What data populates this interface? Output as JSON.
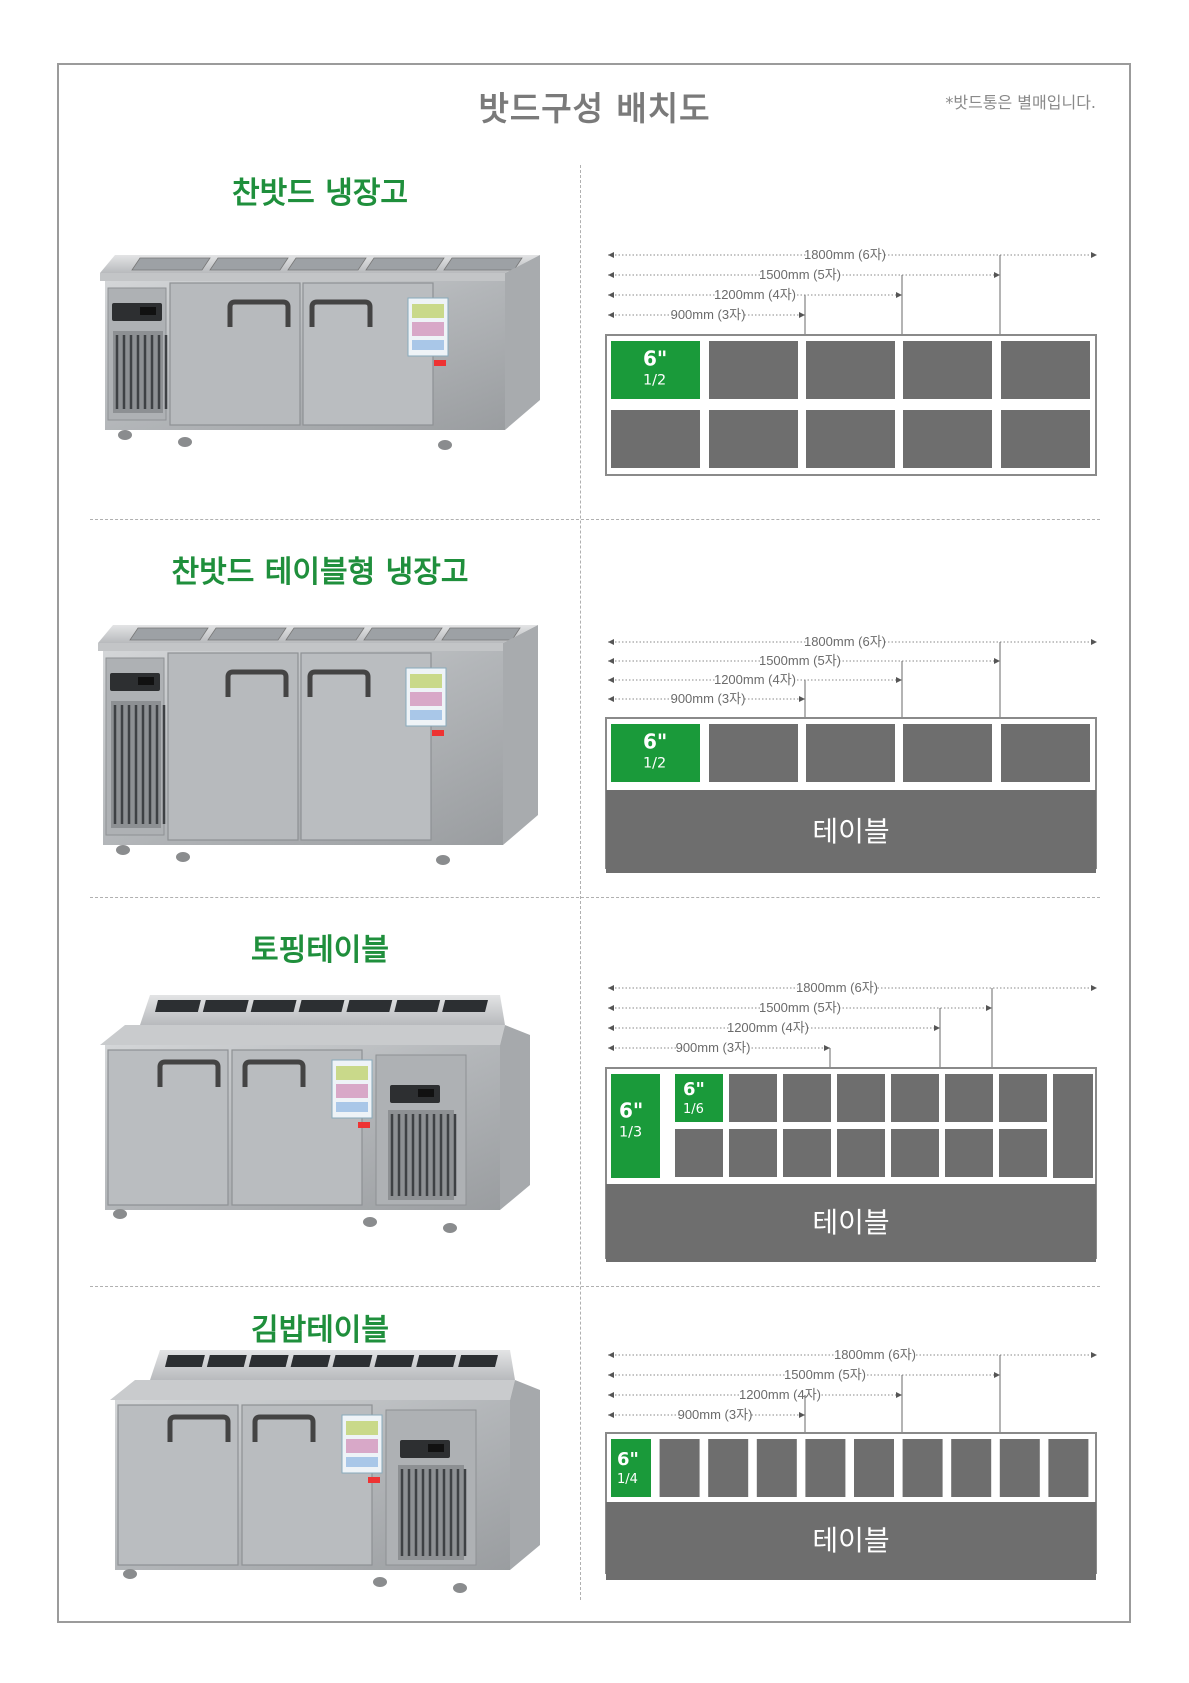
{
  "title": "밧드구성 배치도",
  "note": "*밧드통은 별매입니다.",
  "sections": [
    {
      "title": "찬밧드 냉장고",
      "dims": [
        "1800mm (6자)",
        "1500mm (5자)",
        "1200mm (4자)",
        "900mm (3자)"
      ],
      "cell_top": "6\"",
      "cell_bottom": "1/2"
    },
    {
      "title": "찬밧드 테이블형 냉장고",
      "dims": [
        "1800mm (6자)",
        "1500mm (5자)",
        "1200mm (4자)",
        "900mm (3자)"
      ],
      "cell_top": "6\"",
      "cell_bottom": "1/2",
      "table_label": "테이블"
    },
    {
      "title": "토핑테이블",
      "dims": [
        "1800mm (6자)",
        "1500mm (5자)",
        "1200mm (4자)",
        "900mm (3자)"
      ],
      "cell_top": "6\"",
      "cell_bottom": "1/3",
      "cell2_top": "6\"",
      "cell2_bottom": "1/6",
      "table_label": "테이블"
    },
    {
      "title": "김밥테이블",
      "dims": [
        "1800mm (6자)",
        "1500mm (5자)",
        "1200mm (4자)",
        "900mm (3자)"
      ],
      "cell_top": "6\"",
      "cell_bottom": "1/4",
      "table_label": "테이블"
    }
  ],
  "colors": {
    "accent_green": "#1a9a3a",
    "pan_gray": "#6e6e6e",
    "table_gray": "#6e6e6e"
  }
}
